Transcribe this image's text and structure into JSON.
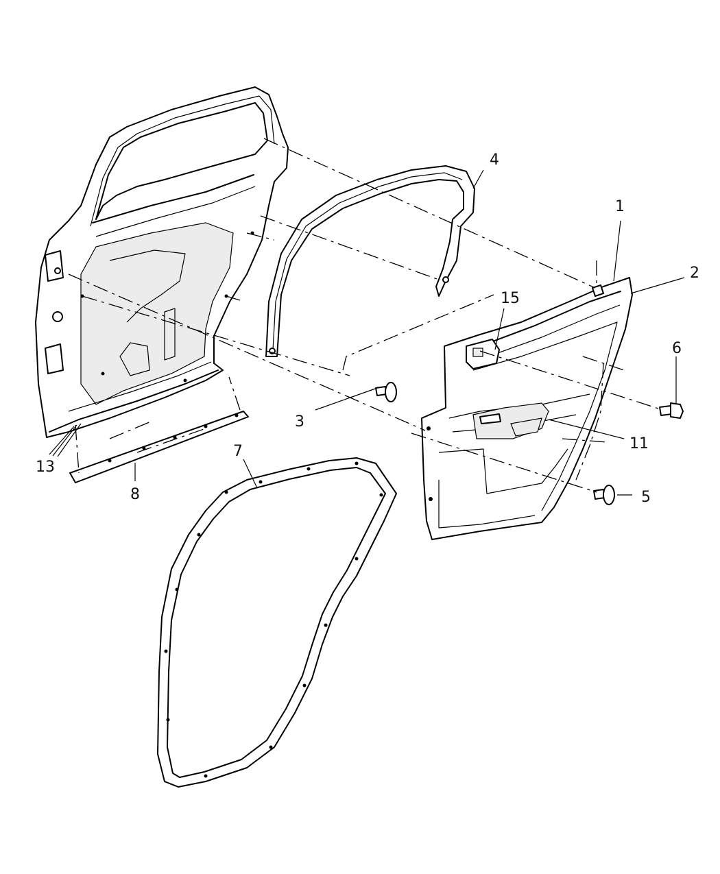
{
  "callouts": {
    "c1": "1",
    "c2": "2",
    "c3": "3",
    "c4": "4",
    "c5": "5",
    "c6": "6",
    "c7": "7",
    "c8": "8",
    "c11": "11",
    "c13": "13",
    "c15": "15"
  }
}
